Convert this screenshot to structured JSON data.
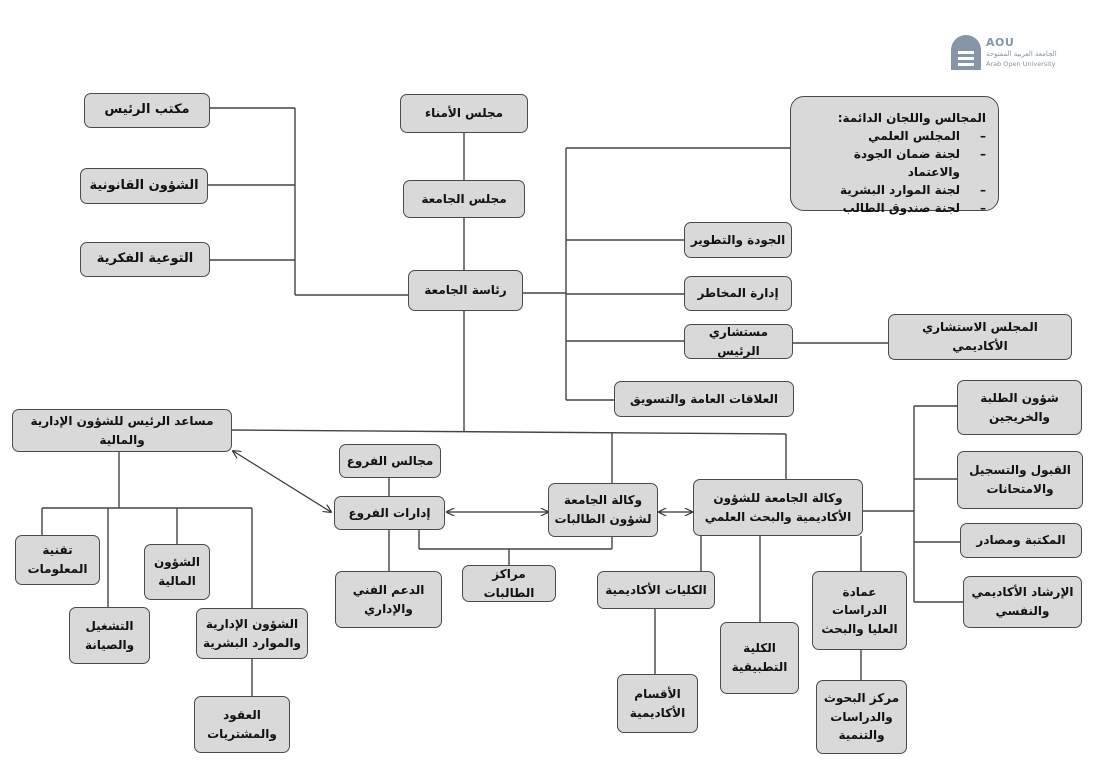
{
  "logo": {
    "abbr": "AOU",
    "arabic_name": "الجامعة العربية المفتوحة",
    "english_name": "Arab Open University",
    "color": "#8496a8",
    "icon": "aou-logo-icon"
  },
  "nodes": {
    "board_of_trustees": "مجلس الأمناء",
    "university_council": "مجلس الجامعة",
    "university_presidency": "رئاسة الجامعة",
    "president_office": "مكتب الرئيس",
    "legal_affairs": "الشؤون القانونية",
    "intellectual_awareness": "التوعية الفكرية",
    "quality_development": "الجودة والتطوير",
    "risk_management": "إدارة المخاطر",
    "president_advisors": "مستشاري الرئيس",
    "academic_advisory_council": "المجلس الاستشاري الأكاديمي",
    "public_relations": "العلاقات العامة والتسويق",
    "vp_admin_finance": "مساعد الرئيس للشؤون الإدارية والمالية",
    "information_technology": "تقنية\nالمعلومات",
    "operations_maintenance": "التشغيل\nوالصيانة",
    "financial_affairs": "الشؤون\nالمالية",
    "admin_hr": "الشؤون الإدارية\nوالموارد البشرية",
    "contracts_procurement": "العقود\nوالمشتريات",
    "branch_councils": "مجالس الفروع",
    "branch_administrations": "إدارات الفروع",
    "technical_admin_support": "الدعم الفني\nوالإداري",
    "female_student_affairs": "وكالة الجامعة\nلشؤون الطالبات",
    "female_student_centers": "مراكز الطالبات",
    "academic_affairs_research": "وكالة الجامعة للشؤون\nالأكاديمية والبحث العلمي",
    "academic_colleges": "الكليات الأكاديمية",
    "academic_departments": "الأقسام\nالأكاديمية",
    "applied_college": "الكلية\nالتطبيقية",
    "graduate_studies_deanship": "عمادة\nالدراسات\nالعليا والبحث",
    "research_center": "مركز البحوث\nوالدراسات\nوالتنمية",
    "student_affairs_graduates": "شؤون الطلبة\nوالخريجين",
    "admission_registration": "القبول والتسجيل\nوالامتحانات",
    "library_resources": "المكتبة ومصادر",
    "academic_psych_counseling": "الإرشاد الأكاديمي\nوالنفسي"
  },
  "standing_councils": {
    "title": "المجالس واللجان الدائمة:",
    "items": [
      "المجلس العلمي",
      "لجنة ضمان الجودة والاعتماد",
      "لجنة الموارد البشرية",
      "لجنة صندوق الطالب"
    ]
  }
}
